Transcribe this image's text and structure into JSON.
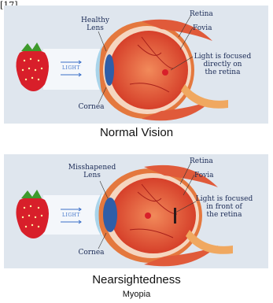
{
  "figure": {
    "clipped_header": "[17].",
    "normal": {
      "label_lens_line1": "Healthy",
      "label_lens_line2": "Lens",
      "label_retina": "Retina",
      "label_fovia": "Fovia",
      "label_focus_line1": "Light is focused",
      "label_focus_line2": "directly on",
      "label_focus_line3": "the retina",
      "label_cornea": "Cornea",
      "label_light": "LIGHT",
      "caption": "Normal Vision"
    },
    "myopia": {
      "label_lens_line1": "Misshapened",
      "label_lens_line2": "Lens",
      "label_retina": "Retina",
      "label_fovia": "Fovia",
      "label_focus_line1": "Light is focused",
      "label_focus_line2": "in front of",
      "label_focus_line3": "the retina",
      "label_cornea": "Cornea",
      "label_light": "LIGHT",
      "caption": "Nearsightedness",
      "subcaption": "Myopia"
    }
  },
  "colors": {
    "panel_bg": "#dfe6ee",
    "sclera": "#e85a3a",
    "retina": "#f07a2a",
    "label": "#1a2a55",
    "highlight": "#c62828"
  }
}
